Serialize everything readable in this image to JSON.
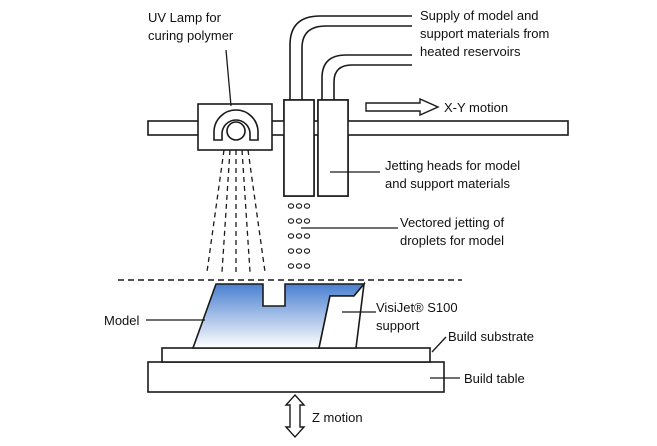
{
  "labels": {
    "uv_lamp_line1": "UV Lamp for",
    "uv_lamp_line2": "curing polymer",
    "supply_line1": "Supply of model and",
    "supply_line2": "support materials from",
    "supply_line3": "heated reservoirs",
    "xy_motion": "X-Y motion",
    "jetting_line1": "Jetting heads for model",
    "jetting_line2": "and support materials",
    "vectored_line1": "Vectored jetting of",
    "vectored_line2": "droplets for model",
    "model": "Model",
    "visijet_line1": "VisiJet® S100",
    "visijet_line2": "support",
    "build_substrate": "Build substrate",
    "build_table": "Build table",
    "z_motion": "Z motion"
  },
  "colors": {
    "model_fill_top": "#4a7fd0",
    "model_fill_bottom": "#ffffff",
    "line": "#1a1a1a"
  },
  "icons": {
    "uv_lamp": "uv-lamp-icon",
    "xy_arrow": "right-arrow-icon",
    "z_arrow": "up-down-arrow-icon"
  }
}
